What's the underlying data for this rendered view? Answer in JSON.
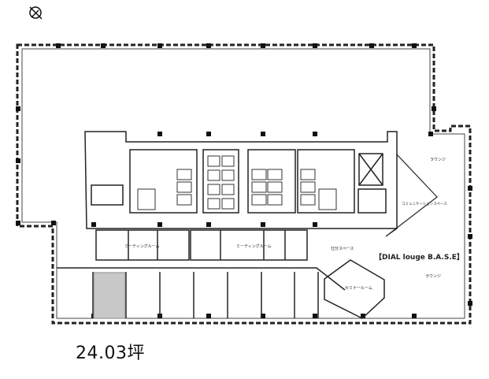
{
  "floor_plan": {
    "area_label": "24.03坪",
    "room_labels": {
      "lounge_top": "ラウンジ",
      "lounge_right": "ラウンジ",
      "meeting_room_left": "ミーティングルーム",
      "meeting_room_right": "ミーティングルーム",
      "sorter_space": "仕分スペース",
      "seminar_room": "セミナールーム",
      "communication_space": "コミュニケーションスペース",
      "dial_lounge": "【DIAL louge B.A.S.E】"
    },
    "colors": {
      "wall": "#222222",
      "highlight_unit": "#c8c8c8",
      "background": "#ffffff"
    },
    "icons": [
      "north-compass-icon"
    ]
  }
}
